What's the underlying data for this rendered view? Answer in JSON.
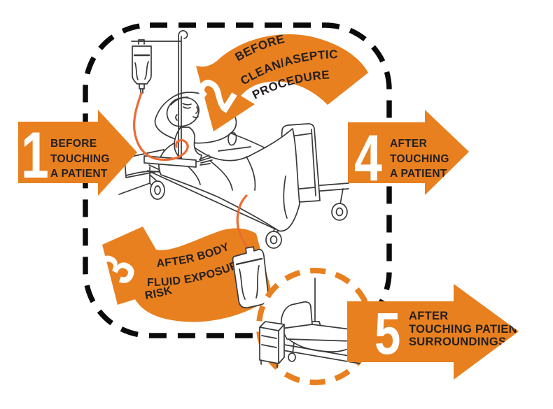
{
  "palette": {
    "orange": "#E8801F",
    "ink": "#231F20",
    "line": "#3A3A3A",
    "tube": "#ED6A33",
    "dash": "#0B0B0B",
    "white": "#FFFFFF"
  },
  "moments": [
    {
      "number": "1",
      "lines": [
        "BEFORE",
        "TOUCHING",
        "A PATIENT"
      ]
    },
    {
      "number": "2",
      "lines": [
        "BEFORE",
        "CLEAN/ASEPTIC",
        "PROCEDURE"
      ]
    },
    {
      "number": "3",
      "lines": [
        "AFTER BODY",
        "FLUID EXPOSURE",
        "RISK"
      ]
    },
    {
      "number": "4",
      "lines": [
        "AFTER",
        "TOUCHING",
        "A PATIENT"
      ]
    },
    {
      "number": "5",
      "lines": [
        "AFTER",
        "TOUCHING PATIENT",
        "SURROUNDINGS"
      ]
    }
  ]
}
